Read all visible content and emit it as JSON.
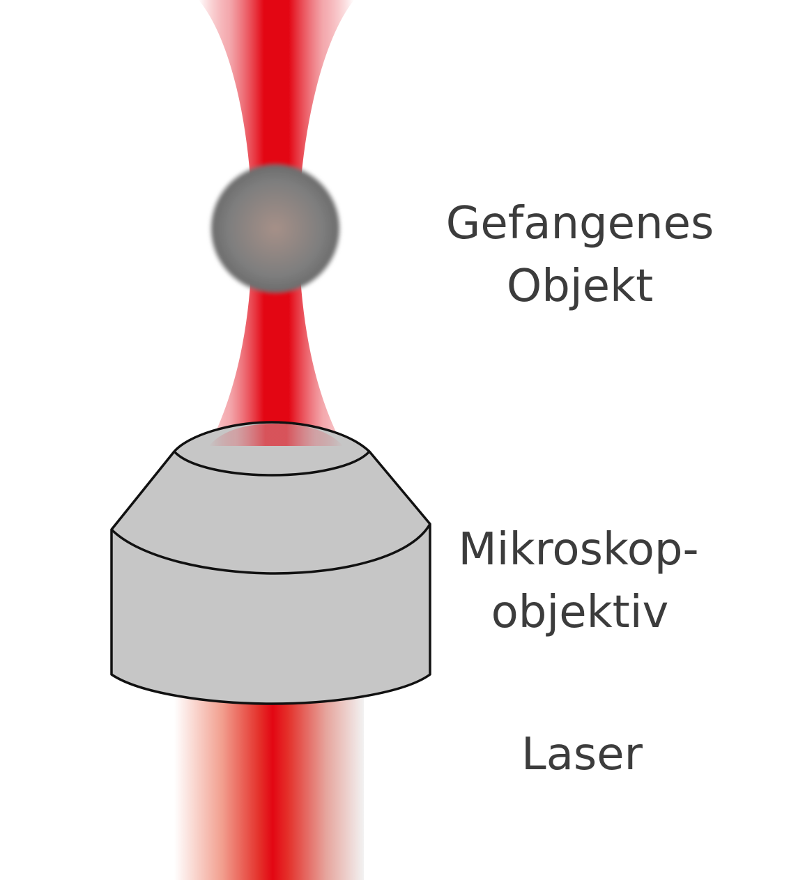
{
  "labels": {
    "trapped_object": [
      "Gefangenes",
      "Objekt"
    ],
    "microscope_objective": [
      "Mikroskop-",
      "objektiv"
    ],
    "laser": "Laser"
  },
  "colors": {
    "beam": "#e30613",
    "objective_fill": "#c6c6c6",
    "outline": "#111111",
    "text": "#3c3c3c"
  }
}
